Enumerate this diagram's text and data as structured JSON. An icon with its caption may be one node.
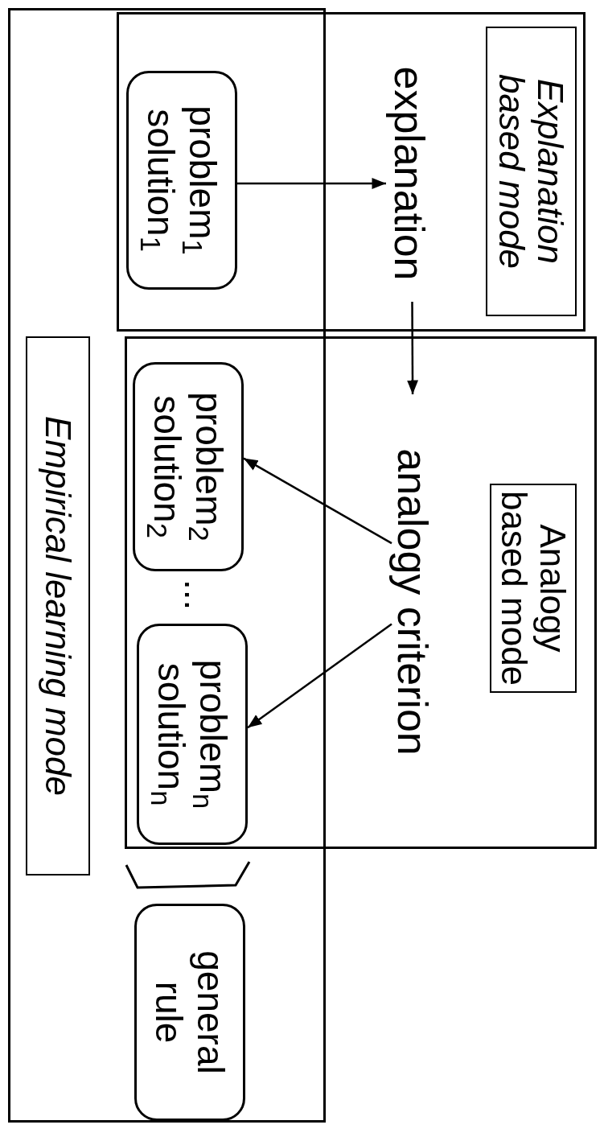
{
  "diagram": {
    "nodes": [
      {
        "text": [
          "Explanation based mode"
        ]
      },
      {
        "text": [
          "problem$_{1}$ solution$_{1}$"
        ]
      },
      {
        "text": [
          "explanation"
        ],
        "in": 0
      },
      {
        "text": [
          "Analogy based mode"
        ]
      },
      {
        "text": [
          "analogy criterion"
        ],
        "in": 3
      },
      {
        "text": [
          "problem$_{2}$ solution$_{2}$"
        ]
      },
      {
        "text": [
          "problem$_{n}$ solution$_{n}$"
        ]
      },
      {
        "text": [
          "Empirical learning mode"
        ]
      },
      {
        "text": [
          "general rule"
        ],
        "in": 7
      }
    ],
    "edges": [
      {
        "from": 1,
        "to": 2,
        "arrow": "to"
      },
      {
        "from": 2,
        "to": 4,
        "arrow": "to"
      },
      {
        "from": 4,
        "to": 5,
        "arrow": "to"
      },
      {
        "from": 4,
        "to": 6,
        "arrow": "to"
      }
    ],
    "labels": [
      "..."
    ]
  }
}
